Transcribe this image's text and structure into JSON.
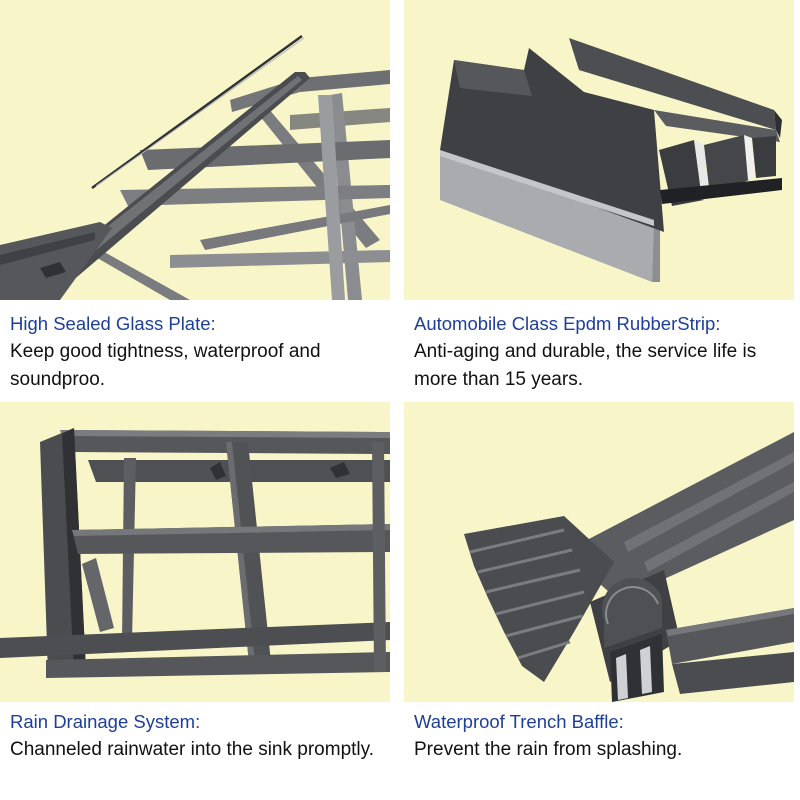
{
  "features": [
    {
      "image_icon": "glass-roof-frame",
      "title": "High Sealed Glass Plate:",
      "body": "Keep good tightness, waterproof and soundproo."
    },
    {
      "image_icon": "epdm-rubber-strip",
      "title": "Automobile Class Epdm RubberStrip:",
      "body": "Anti-aging and durable, the service life is more than 15 years."
    },
    {
      "image_icon": "rain-drainage-frame",
      "title": "Rain Drainage System:",
      "body": "Channeled rainwater into the sink promptly."
    },
    {
      "image_icon": "trench-baffle",
      "title": "Waterproof Trench Baffle:",
      "body": "Prevent the rain from splashing."
    }
  ],
  "colors": {
    "panel_background": "#f8f6c9",
    "title_text": "#1d3f9a",
    "body_text": "#111111",
    "frame_metal": "#5a5c60",
    "rubber": "#3c3e42"
  }
}
